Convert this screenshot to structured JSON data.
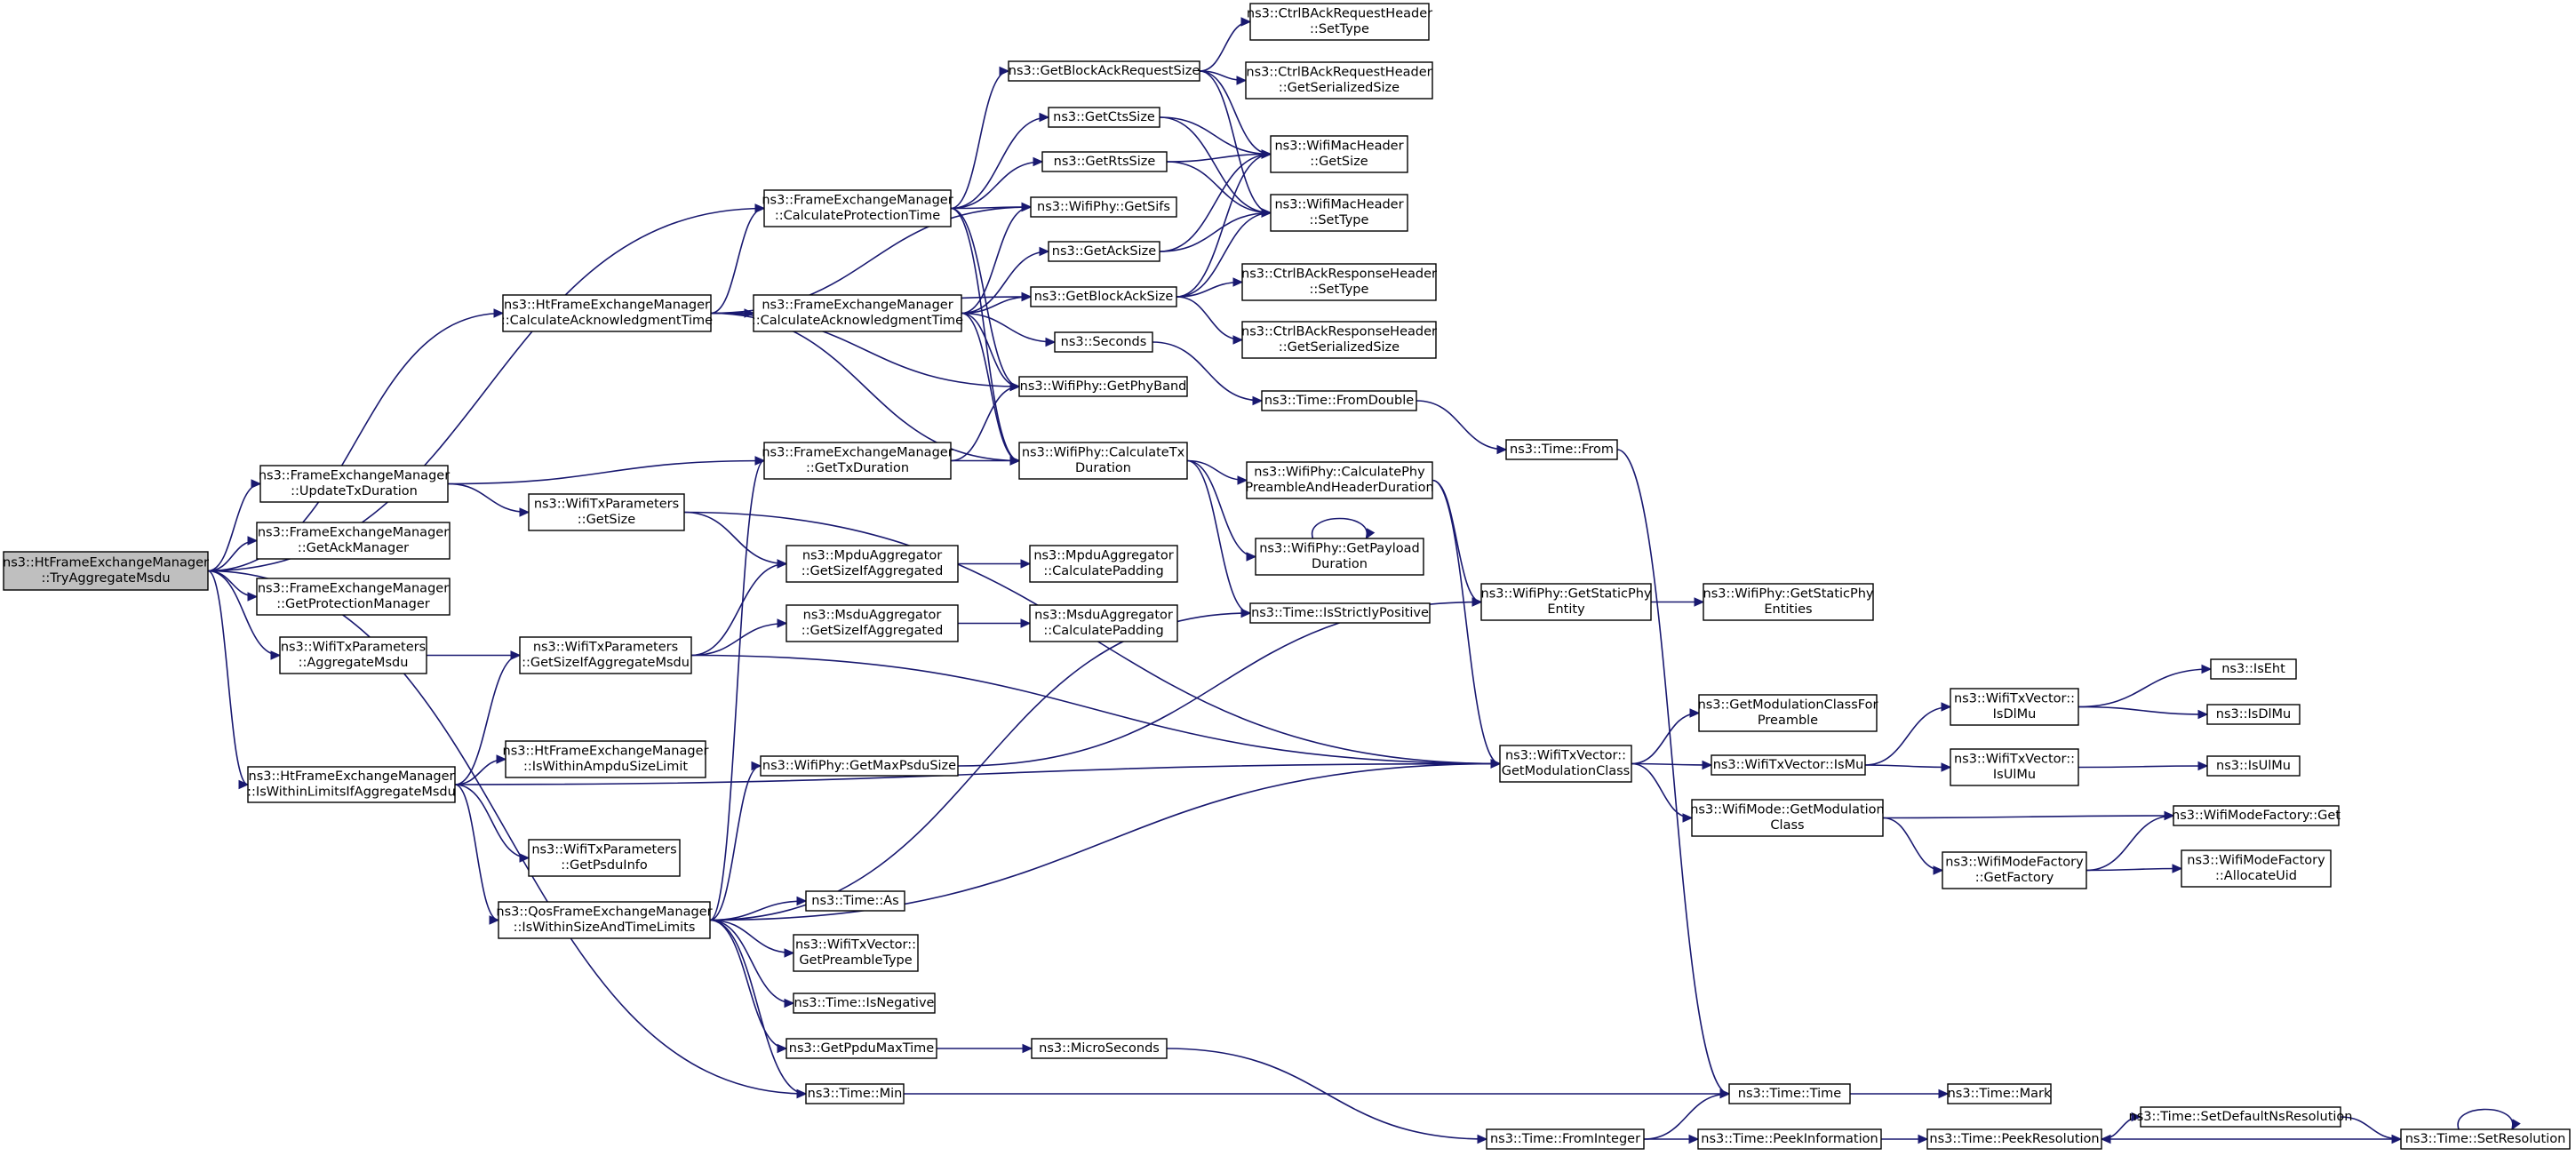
{
  "graph": {
    "type": "call-graph",
    "colors": {
      "edge": "#191970",
      "node_fill": "#ffffff",
      "root_fill": "#bfbfbf",
      "node_border": "#000000"
    },
    "nodes": [
      {
        "id": "root",
        "lines": [
          "ns3::HtFrameExchangeManager",
          "::TryAggregateMsdu"
        ],
        "root": true
      },
      {
        "id": "htcalcack",
        "lines": [
          "ns3::HtFrameExchangeManager",
          "::CalculateAcknowledgmentTime"
        ]
      },
      {
        "id": "updatetx",
        "lines": [
          "ns3::FrameExchangeManager",
          "::UpdateTxDuration"
        ]
      },
      {
        "id": "getackmgr",
        "lines": [
          "ns3::FrameExchangeManager",
          "::GetAckManager"
        ]
      },
      {
        "id": "getprotmgr",
        "lines": [
          "ns3::FrameExchangeManager",
          "::GetProtectionManager"
        ]
      },
      {
        "id": "aggmsdu",
        "lines": [
          "ns3::WifiTxParameters",
          "::AggregateMsdu"
        ]
      },
      {
        "id": "withinlimits",
        "lines": [
          "ns3::HtFrameExchangeManager",
          "::IsWithinLimitsIfAggregateMsdu"
        ]
      },
      {
        "id": "calcprot",
        "lines": [
          "ns3::FrameExchangeManager",
          "::CalculateProtectionTime"
        ]
      },
      {
        "id": "fecalcack",
        "lines": [
          "ns3::FrameExchangeManager",
          "::CalculateAcknowledgmentTime"
        ]
      },
      {
        "id": "gettxdur",
        "lines": [
          "ns3::FrameExchangeManager",
          "::GetTxDuration"
        ]
      },
      {
        "id": "txgetsize",
        "lines": [
          "ns3::WifiTxParameters",
          "::GetSize"
        ]
      },
      {
        "id": "getsizeagg",
        "lines": [
          "ns3::WifiTxParameters",
          "::GetSizeIfAggregateMsdu"
        ]
      },
      {
        "id": "withinampdu",
        "lines": [
          "ns3::HtFrameExchangeManager",
          "::IsWithinAmpduSizeLimit"
        ]
      },
      {
        "id": "getpsduinfo",
        "lines": [
          "ns3::WifiTxParameters",
          "::GetPsduInfo"
        ]
      },
      {
        "id": "qoswithin",
        "lines": [
          "ns3::QosFrameExchangeManager",
          "::IsWithinSizeAndTimeLimits"
        ]
      },
      {
        "id": "getbarsize",
        "lines": [
          "ns3::GetBlockAckRequestSize"
        ]
      },
      {
        "id": "getctssize",
        "lines": [
          "ns3::GetCtsSize"
        ]
      },
      {
        "id": "getrtssize",
        "lines": [
          "ns3::GetRtsSize"
        ]
      },
      {
        "id": "getsifs",
        "lines": [
          "ns3::WifiPhy::GetSifs"
        ]
      },
      {
        "id": "getacksize",
        "lines": [
          "ns3::GetAckSize"
        ]
      },
      {
        "id": "getbasize",
        "lines": [
          "ns3::GetBlockAckSize"
        ]
      },
      {
        "id": "seconds",
        "lines": [
          "ns3::Seconds"
        ]
      },
      {
        "id": "getphyband",
        "lines": [
          "ns3::WifiPhy::GetPhyBand"
        ]
      },
      {
        "id": "calctxdur",
        "lines": [
          "ns3::WifiPhy::CalculateTx",
          "Duration"
        ]
      },
      {
        "id": "mpduagg",
        "lines": [
          "ns3::MpduAggregator",
          "::GetSizeIfAggregated"
        ]
      },
      {
        "id": "msduagg",
        "lines": [
          "ns3::MsduAggregator",
          "::GetSizeIfAggregated"
        ]
      },
      {
        "id": "getmaxpsdu",
        "lines": [
          "ns3::WifiPhy::GetMaxPsduSize"
        ]
      },
      {
        "id": "timeas",
        "lines": [
          "ns3::Time::As"
        ]
      },
      {
        "id": "getpreamble",
        "lines": [
          "ns3::WifiTxVector::",
          "GetPreambleType"
        ]
      },
      {
        "id": "isnegative",
        "lines": [
          "ns3::Time::IsNegative"
        ]
      },
      {
        "id": "getppdumax",
        "lines": [
          "ns3::GetPpduMaxTime"
        ]
      },
      {
        "id": "timemin",
        "lines": [
          "ns3::Time::Min"
        ]
      },
      {
        "id": "barsettype",
        "lines": [
          "ns3::CtrlBAckRequestHeader",
          "::SetType"
        ]
      },
      {
        "id": "barserial",
        "lines": [
          "ns3::CtrlBAckRequestHeader",
          "::GetSerializedSize"
        ]
      },
      {
        "id": "macgetsize",
        "lines": [
          "ns3::WifiMacHeader",
          "::GetSize"
        ]
      },
      {
        "id": "macsettype",
        "lines": [
          "ns3::WifiMacHeader",
          "::SetType"
        ]
      },
      {
        "id": "basettype",
        "lines": [
          "ns3::CtrlBAckResponseHeader",
          "::SetType"
        ]
      },
      {
        "id": "baserial",
        "lines": [
          "ns3::CtrlBAckResponseHeader",
          "::GetSerializedSize"
        ]
      },
      {
        "id": "fromdouble",
        "lines": [
          "ns3::Time::FromDouble"
        ]
      },
      {
        "id": "calcphypre",
        "lines": [
          "ns3::WifiPhy::CalculatePhy",
          "PreambleAndHeaderDuration"
        ]
      },
      {
        "id": "getpayload",
        "lines": [
          "ns3::WifiPhy::GetPayload",
          "Duration"
        ]
      },
      {
        "id": "mpdupad",
        "lines": [
          "ns3::MpduAggregator",
          "::CalculatePadding"
        ]
      },
      {
        "id": "msdupad",
        "lines": [
          "ns3::MsduAggregator",
          "::CalculatePadding"
        ]
      },
      {
        "id": "strictpos",
        "lines": [
          "ns3::Time::IsStrictlyPositive"
        ]
      },
      {
        "id": "microsec",
        "lines": [
          "ns3::MicroSeconds"
        ]
      },
      {
        "id": "timefrom",
        "lines": [
          "ns3::Time::From"
        ]
      },
      {
        "id": "staticphy",
        "lines": [
          "ns3::WifiPhy::GetStaticPhy",
          "Entity"
        ]
      },
      {
        "id": "getmodclass",
        "lines": [
          "ns3::WifiTxVector::",
          "GetModulationClass"
        ]
      },
      {
        "id": "fromint",
        "lines": [
          "ns3::Time::FromInteger"
        ]
      },
      {
        "id": "staticphies",
        "lines": [
          "ns3::WifiPhy::GetStaticPhy",
          "Entities"
        ]
      },
      {
        "id": "modclasspre",
        "lines": [
          "ns3::GetModulationClassFor",
          "Preamble"
        ]
      },
      {
        "id": "ismu",
        "lines": [
          "ns3::WifiTxVector::IsMu"
        ]
      },
      {
        "id": "modegetmod",
        "lines": [
          "ns3::WifiMode::GetModulation",
          "Class"
        ]
      },
      {
        "id": "timetime",
        "lines": [
          "ns3::Time::Time"
        ]
      },
      {
        "id": "peekinfo",
        "lines": [
          "ns3::Time::PeekInformation"
        ]
      },
      {
        "id": "isdlmu",
        "lines": [
          "ns3::WifiTxVector::",
          "IsDlMu"
        ]
      },
      {
        "id": "isulmu",
        "lines": [
          "ns3::WifiTxVector::",
          "IsUlMu"
        ]
      },
      {
        "id": "getfactory",
        "lines": [
          "ns3::WifiModeFactory",
          "::GetFactory"
        ]
      },
      {
        "id": "peekres",
        "lines": [
          "ns3::Time::PeekResolution"
        ]
      },
      {
        "id": "timemark",
        "lines": [
          "ns3::Time::Mark"
        ]
      },
      {
        "id": "setdefres",
        "lines": [
          "ns3::Time::SetDefaultNsResolution"
        ]
      },
      {
        "id": "iseht",
        "lines": [
          "ns3::IsEht"
        ]
      },
      {
        "id": "isdlmu2",
        "lines": [
          "ns3::IsDlMu"
        ]
      },
      {
        "id": "isulmu2",
        "lines": [
          "ns3::IsUlMu"
        ]
      },
      {
        "id": "modefactget",
        "lines": [
          "ns3::WifiModeFactory::Get"
        ]
      },
      {
        "id": "allocuid",
        "lines": [
          "ns3::WifiModeFactory",
          "::AllocateUid"
        ]
      },
      {
        "id": "setres",
        "lines": [
          "ns3::Time::SetResolution"
        ]
      }
    ],
    "edges": [
      [
        "root",
        "htcalcack"
      ],
      [
        "root",
        "calcprot"
      ],
      [
        "root",
        "updatetx"
      ],
      [
        "root",
        "getackmgr"
      ],
      [
        "root",
        "getprotmgr"
      ],
      [
        "root",
        "aggmsdu"
      ],
      [
        "root",
        "withinlimits"
      ],
      [
        "root",
        "timemin"
      ],
      [
        "htcalcack",
        "calcprot"
      ],
      [
        "htcalcack",
        "fecalcack"
      ],
      [
        "htcalcack",
        "getbasize"
      ],
      [
        "htcalcack",
        "getsifs"
      ],
      [
        "htcalcack",
        "getphyband"
      ],
      [
        "htcalcack",
        "calctxdur"
      ],
      [
        "updatetx",
        "gettxdur"
      ],
      [
        "updatetx",
        "txgetsize"
      ],
      [
        "aggmsdu",
        "getsizeagg"
      ],
      [
        "withinlimits",
        "getsizeagg"
      ],
      [
        "withinlimits",
        "withinampdu"
      ],
      [
        "withinlimits",
        "getpsduinfo"
      ],
      [
        "withinlimits",
        "qoswithin"
      ],
      [
        "withinlimits",
        "getmodclass"
      ],
      [
        "calcprot",
        "getctssize"
      ],
      [
        "calcprot",
        "getrtssize"
      ],
      [
        "calcprot",
        "getsifs"
      ],
      [
        "calcprot",
        "getbarsize"
      ],
      [
        "calcprot",
        "getphyband"
      ],
      [
        "calcprot",
        "calctxdur"
      ],
      [
        "fecalcack",
        "getacksize"
      ],
      [
        "fecalcack",
        "getbasize"
      ],
      [
        "fecalcack",
        "getsifs"
      ],
      [
        "fecalcack",
        "seconds"
      ],
      [
        "fecalcack",
        "getphyband"
      ],
      [
        "fecalcack",
        "calctxdur"
      ],
      [
        "gettxdur",
        "calctxdur"
      ],
      [
        "gettxdur",
        "getphyband"
      ],
      [
        "txgetsize",
        "mpduagg"
      ],
      [
        "txgetsize",
        "getmodclass"
      ],
      [
        "getsizeagg",
        "mpduagg"
      ],
      [
        "getsizeagg",
        "msduagg"
      ],
      [
        "getsizeagg",
        "getmodclass"
      ],
      [
        "qoswithin",
        "gettxdur"
      ],
      [
        "qoswithin",
        "getmaxpsdu"
      ],
      [
        "qoswithin",
        "timeas"
      ],
      [
        "qoswithin",
        "getpreamble"
      ],
      [
        "qoswithin",
        "isnegative"
      ],
      [
        "qoswithin",
        "getppdumax"
      ],
      [
        "qoswithin",
        "timemin"
      ],
      [
        "qoswithin",
        "strictpos"
      ],
      [
        "qoswithin",
        "getmodclass"
      ],
      [
        "getbarsize",
        "barsettype"
      ],
      [
        "getbarsize",
        "barserial"
      ],
      [
        "getbarsize",
        "macgetsize"
      ],
      [
        "getbarsize",
        "macsettype"
      ],
      [
        "getctssize",
        "macgetsize"
      ],
      [
        "getctssize",
        "macsettype"
      ],
      [
        "getrtssize",
        "macgetsize"
      ],
      [
        "getrtssize",
        "macsettype"
      ],
      [
        "getacksize",
        "macgetsize"
      ],
      [
        "getacksize",
        "macsettype"
      ],
      [
        "getbasize",
        "basettype"
      ],
      [
        "getbasize",
        "baserial"
      ],
      [
        "getbasize",
        "macgetsize"
      ],
      [
        "getbasize",
        "macsettype"
      ],
      [
        "seconds",
        "fromdouble"
      ],
      [
        "calctxdur",
        "calcphypre"
      ],
      [
        "calctxdur",
        "getpayload"
      ],
      [
        "calctxdur",
        "strictpos"
      ],
      [
        "getpayload",
        "getpayload"
      ],
      [
        "calcphypre",
        "staticphy"
      ],
      [
        "calcphypre",
        "getmodclass"
      ],
      [
        "mpduagg",
        "mpdupad"
      ],
      [
        "msduagg",
        "msdupad"
      ],
      [
        "getmaxpsdu",
        "staticphy"
      ],
      [
        "getppdumax",
        "microsec"
      ],
      [
        "timemin",
        "timetime"
      ],
      [
        "fromdouble",
        "timefrom"
      ],
      [
        "timefrom",
        "timetime"
      ],
      [
        "microsec",
        "fromint"
      ],
      [
        "staticphy",
        "staticphies"
      ],
      [
        "getmodclass",
        "modclasspre"
      ],
      [
        "getmodclass",
        "ismu"
      ],
      [
        "getmodclass",
        "modegetmod"
      ],
      [
        "ismu",
        "isdlmu"
      ],
      [
        "ismu",
        "isulmu"
      ],
      [
        "isdlmu",
        "iseht"
      ],
      [
        "isdlmu",
        "isdlmu2"
      ],
      [
        "isulmu",
        "isulmu2"
      ],
      [
        "modegetmod",
        "modefactget"
      ],
      [
        "modegetmod",
        "getfactory"
      ],
      [
        "getfactory",
        "modefactget"
      ],
      [
        "getfactory",
        "allocuid"
      ],
      [
        "fromint",
        "timetime"
      ],
      [
        "fromint",
        "peekinfo"
      ],
      [
        "peekinfo",
        "peekres"
      ],
      [
        "timetime",
        "timemark"
      ],
      [
        "peekres",
        "setdefres"
      ],
      [
        "setdefres",
        "setres"
      ],
      [
        "setres",
        "peekres"
      ],
      [
        "setres",
        "setres"
      ]
    ]
  }
}
